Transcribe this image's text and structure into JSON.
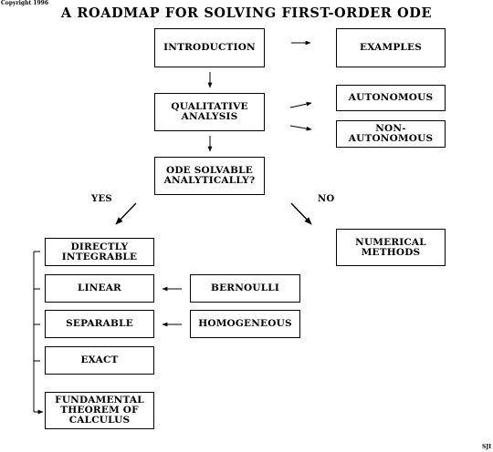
{
  "copyright": "Copyright 1996",
  "title": "A ROADMAP FOR SOLVING FIRST-ORDER ODE",
  "boxes": {
    "introduction": "INTRODUCTION",
    "examples": "EXAMPLES",
    "qualitative": "QUALITATIVE\nANALYSIS",
    "autonomous": "AUTONOMOUS",
    "non_autonomous": "NON-\nAUTONOMOUS",
    "solvable": "ODE SOLVABLE\nANALYTICALLY?",
    "numerical": "NUMERICAL\nMETHODS",
    "directly_integrable": "DIRECTLY\nINTEGRABLE",
    "linear": "LINEAR",
    "bernoulli": "BERNOULLI",
    "separable": "SEPARABLE",
    "homogeneous": "HOMOGENEOUS",
    "exact": "EXACT",
    "ftc": "FUNDAMENTAL\nTHEOREM OF\nCALCULUS"
  },
  "labels": {
    "yes": "YES",
    "no": "NO"
  },
  "initials": "SJI"
}
